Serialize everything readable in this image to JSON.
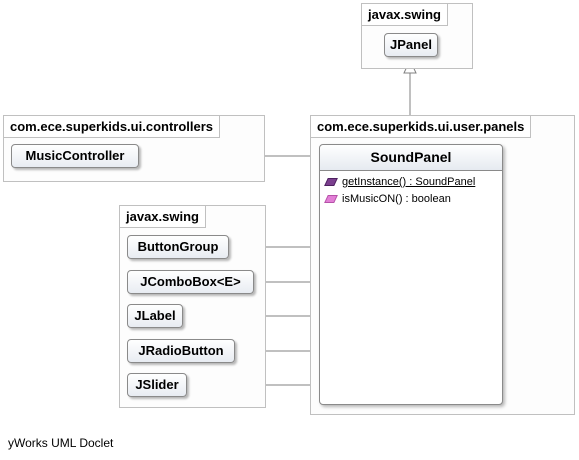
{
  "packages": {
    "swing_top": {
      "name": "javax.swing"
    },
    "controllers": {
      "name": "com.ece.superkids.ui.controllers"
    },
    "panels": {
      "name": "com.ece.superkids.ui.user.panels"
    },
    "swing_bottom": {
      "name": "javax.swing"
    }
  },
  "classes": {
    "jpanel": "JPanel",
    "music_controller": "MusicController",
    "button_group": "ButtonGroup",
    "jcombobox": "JComboBox<E>",
    "jlabel": "JLabel",
    "jradiobutton": "JRadioButton",
    "jslider": "JSlider"
  },
  "sound_panel": {
    "name": "SoundPanel",
    "methods": [
      {
        "text": "getInstance() : SoundPanel",
        "static": true,
        "icon": "public-static-method-icon",
        "color": "#7b3f8e"
      },
      {
        "text": "isMusicON() : boolean",
        "static": false,
        "icon": "public-method-icon",
        "color": "#e27fd6"
      }
    ]
  },
  "footer": "yWorks UML Doclet",
  "colors": {
    "package_border": "#c0c0c0",
    "connector": "#808080"
  }
}
